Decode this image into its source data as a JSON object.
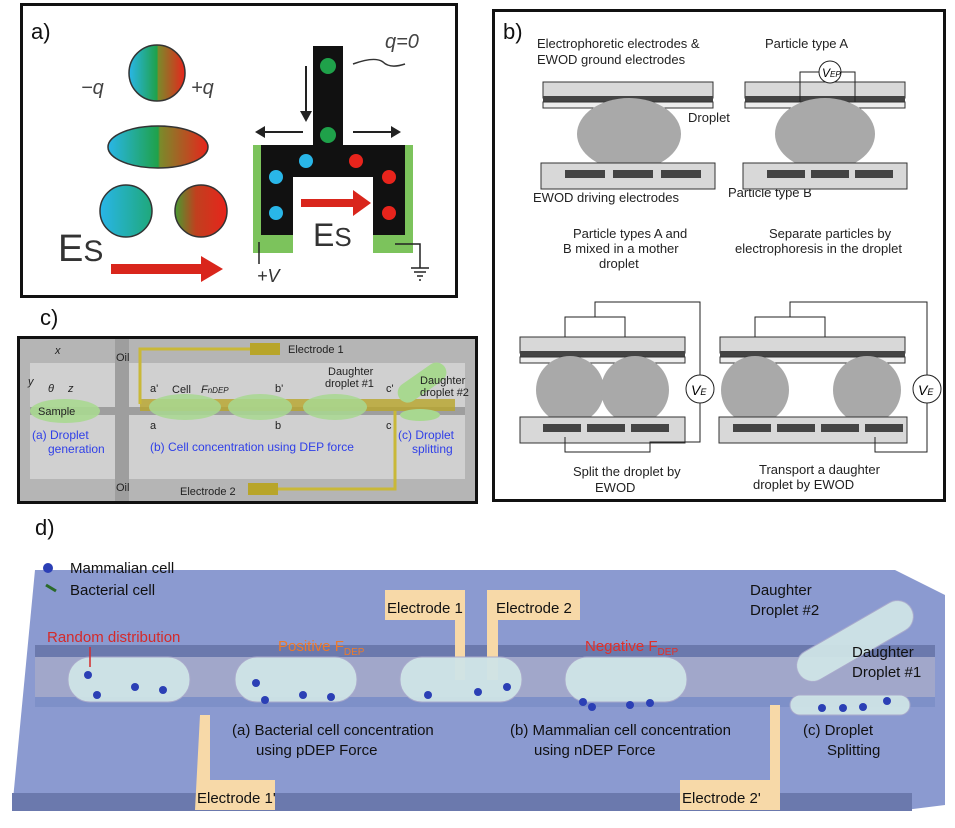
{
  "panels": {
    "a": {
      "label": "a)",
      "charge_neg": "−q",
      "charge_pos": "+q",
      "field_label_left": "E",
      "field_sub": "S",
      "field_label_right": "E",
      "neutral_label": "q=0",
      "voltage_label": "+V",
      "colors": {
        "negative": "#29b6e8",
        "neutral": "#1fa14a",
        "positive": "#e8241c",
        "electrode": "#7cc35c",
        "channel": "#111111",
        "arrow": "#d9261c"
      }
    },
    "b": {
      "label": "b)",
      "top_left_callout": "Electrophoretic electrodes &",
      "top_left_callout2": "EWOD ground electrodes",
      "droplet_callout": "Droplet",
      "ewod_callout": "EWOD driving electrodes",
      "particle_a": "Particle type A",
      "particle_b": "Particle type B",
      "vep": "V",
      "vep_sub": "EP",
      "ve": "V",
      "ve_sub": "E",
      "caption1_l1": "Particle types A and",
      "caption1_l2": "B mixed in a mother",
      "caption1_l3": "droplet",
      "caption2_l1": "Separate particles by",
      "caption2_l2": "electrophoresis in the droplet",
      "caption3_l1": "Split the droplet by",
      "caption3_l2": "EWOD",
      "caption4_l1": "Transport a daughter",
      "caption4_l2": "droplet by EWOD"
    },
    "c": {
      "label": "c)",
      "axis_x": "x",
      "axis_y": "y",
      "axis_z": "z",
      "axis_theta": "θ",
      "oil_top": "Oil",
      "oil_bottom": "Oil",
      "sample": "Sample",
      "electrode1": "Electrode 1",
      "electrode2": "Electrode 2",
      "cell": "Cell",
      "fndep": "F",
      "fndep_sub": "nDEP",
      "section_a1": "a'",
      "section_a2": "a",
      "section_b1": "b'",
      "section_b2": "b",
      "section_c1": "c'",
      "section_c2": "c",
      "daughter1_l1": "Daughter",
      "daughter1_l2": "droplet #1",
      "daughter2_l1": "Daughter",
      "daughter2_l2": "droplet #2",
      "step_a_l1": "(a) Droplet",
      "step_a_l2": "generation",
      "step_b": "(b) Cell concentration using DEP force",
      "step_c_l1": "(c) Droplet",
      "step_c_l2": "splitting"
    },
    "d": {
      "label": "d)",
      "legend_mammalian": "Mammalian cell",
      "legend_bacterial": "Bacterial cell",
      "random_distribution": "Random distribution",
      "positive": "Positive F",
      "negative": "Negative F",
      "dep_sub": "DEP",
      "electrode1": "Electrode 1",
      "electrode2": "Electrode 2",
      "electrode1p": "Electrode 1'",
      "electrode2p": "Electrode 2'",
      "daughter2_l1": "Daughter",
      "daughter2_l2": "Droplet #2",
      "daughter1_l1": "Daughter",
      "daughter1_l2": "Droplet #1",
      "step_a_l1": "(a) Bacterial cell concentration",
      "step_a_l2": "using pDEP Force",
      "step_b_l1": "(b) Mammalian cell concentration",
      "step_b_l2": "using nDEP Force",
      "step_c_l1": "(c) Droplet",
      "step_c_l2": "Splitting",
      "colors": {
        "chip": "#8b9ad0",
        "chip_dark": "#6b79ad",
        "electrode": "#f7d9a8",
        "mammalian": "#2b3fb5",
        "bacterial": "#222222",
        "positive": "#ee7a2a",
        "negative": "#e0302a",
        "random": "#d42a2a"
      }
    }
  }
}
